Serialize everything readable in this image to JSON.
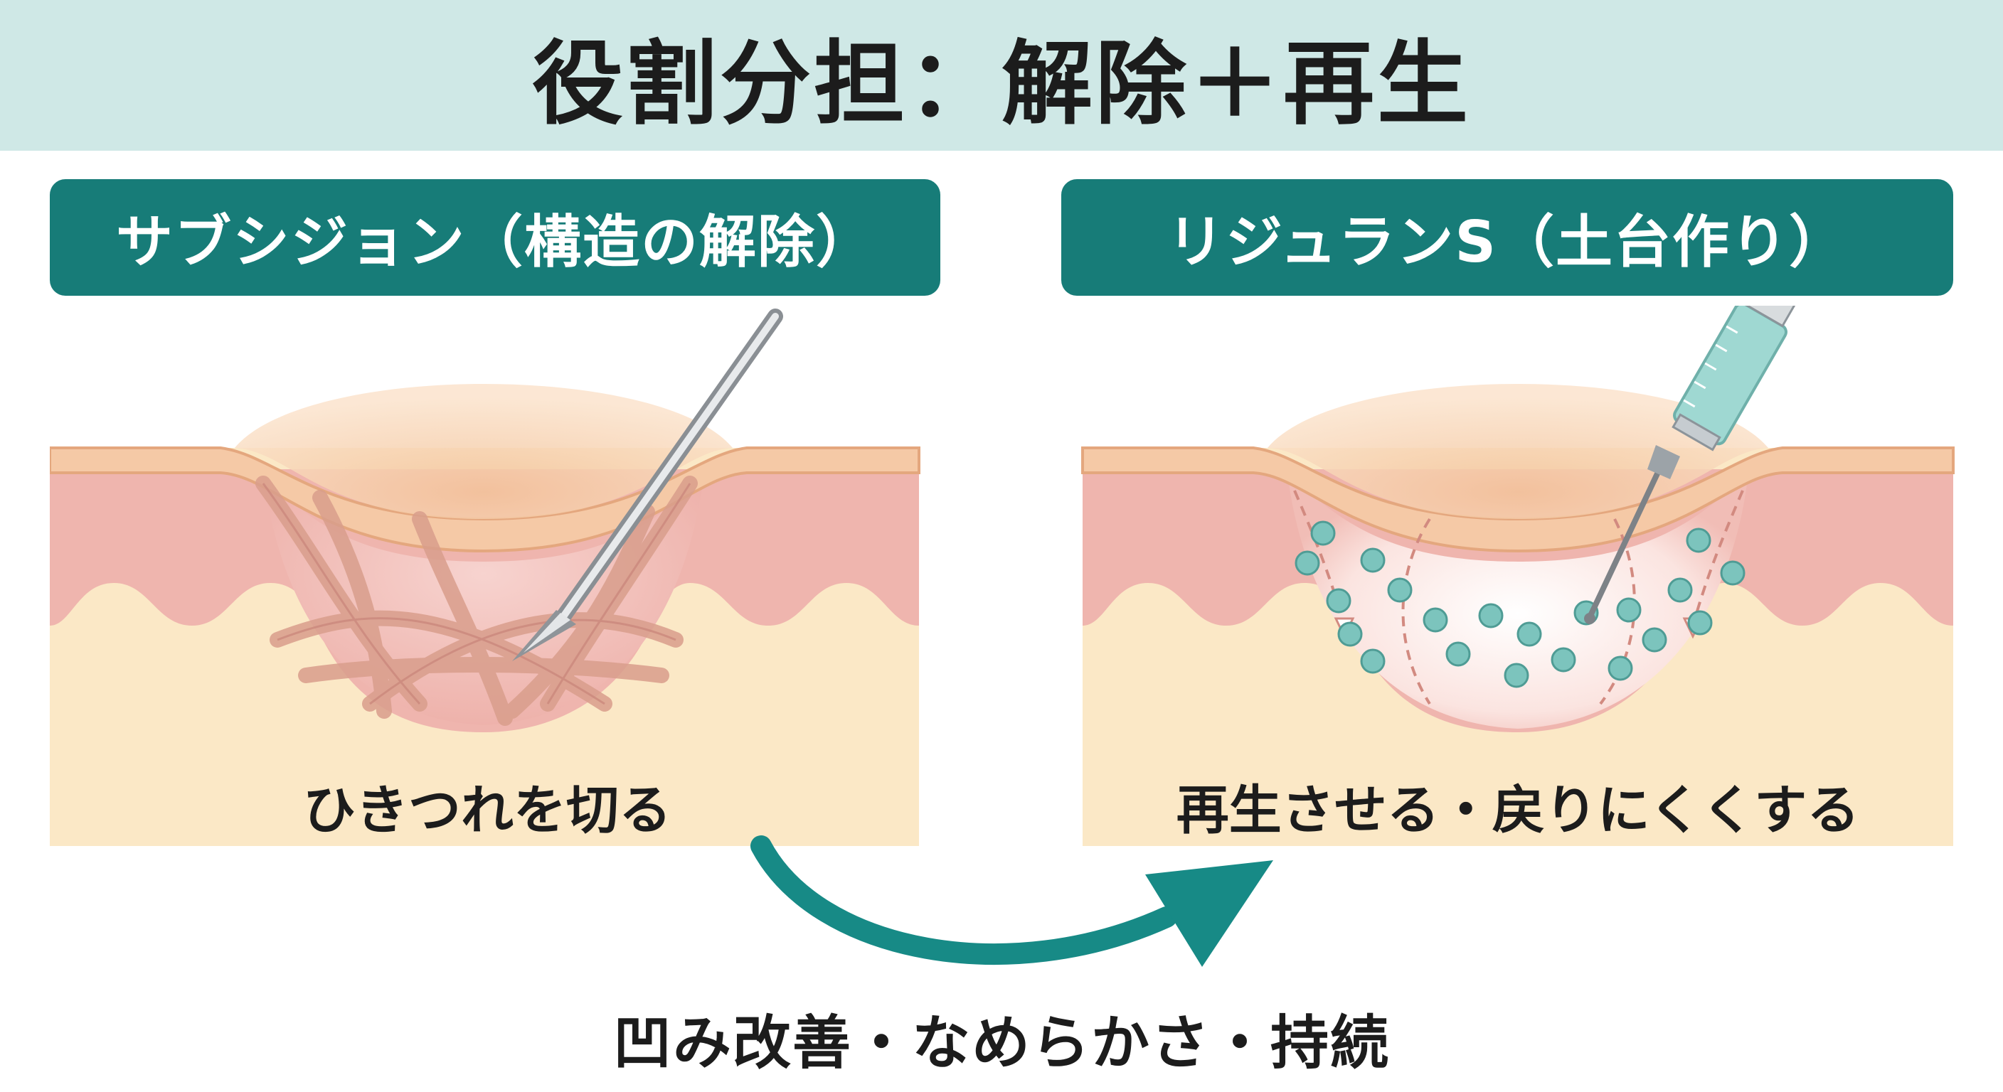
{
  "title": "役割分担：解除＋再生",
  "left_panel": {
    "header": "サブシジョン（構造の解除）",
    "caption": "ひきつれを切る"
  },
  "right_panel": {
    "header": "リジュランS（土台作り）",
    "caption": "再生させる・戻りにくくする"
  },
  "bottom_text": "凹み改善・なめらかさ・持続",
  "colors": {
    "title_bar": "#cfe8e6",
    "header_teal": "#177c78",
    "arrow_teal": "#178a86",
    "skin_top": "#f5c9a6",
    "dermis_pink": "#efb5ae",
    "fat_cream": "#fbe8c6",
    "fiber": "#d99e8c",
    "bead": "#7cc4bd"
  },
  "icons": [
    "needle-icon",
    "syringe-icon",
    "curved-arrow-icon"
  ]
}
